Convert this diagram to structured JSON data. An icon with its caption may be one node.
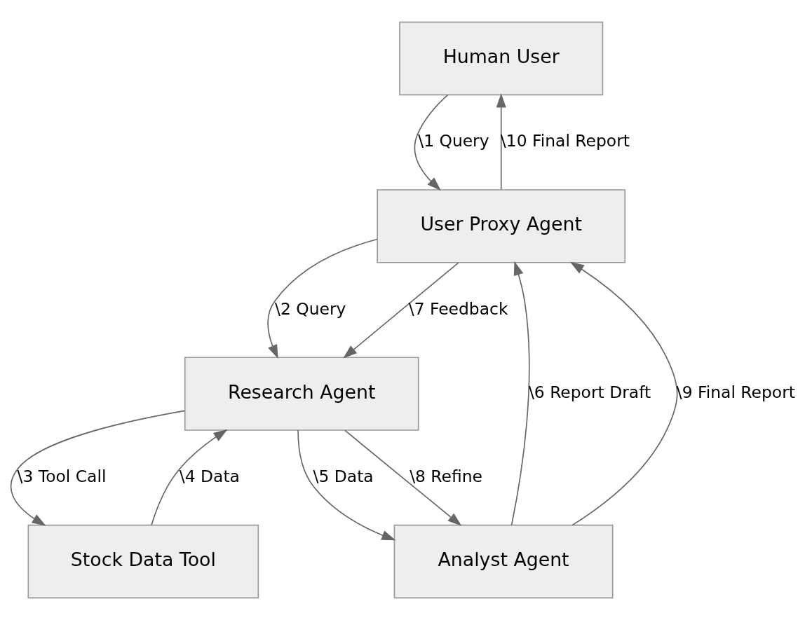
{
  "diagram": {
    "nodes": [
      {
        "text": [
          "Human User"
        ]
      },
      {
        "text": [
          "User Proxy Agent"
        ]
      },
      {
        "text": [
          "Research Agent"
        ]
      },
      {
        "text": [
          "Stock Data Tool"
        ]
      },
      {
        "text": [
          "Analyst Agent"
        ]
      }
    ],
    "edges": [
      {
        "from": 0,
        "to": 1,
        "arrow": "to",
        "label": "\\1 Query"
      },
      {
        "from": 1,
        "to": 0,
        "arrow": "to",
        "label": "\\10 Final Report"
      },
      {
        "from": 1,
        "to": 2,
        "arrow": "to",
        "label": "\\2 Query"
      },
      {
        "from": 1,
        "to": 2,
        "arrow": "to",
        "label": "\\7 Feedback"
      },
      {
        "from": 2,
        "to": 3,
        "arrow": "to",
        "label": "\\3 Tool Call"
      },
      {
        "from": 3,
        "to": 2,
        "arrow": "to",
        "label": "\\4 Data"
      },
      {
        "from": 2,
        "to": 4,
        "arrow": "to",
        "label": "\\5 Data"
      },
      {
        "from": 4,
        "to": 1,
        "arrow": "to",
        "label": "\\6 Report Draft"
      },
      {
        "from": 2,
        "to": 4,
        "arrow": "to",
        "label": "\\8 Refine"
      },
      {
        "from": 4,
        "to": 1,
        "arrow": "to",
        "label": "\\9 Final Report"
      }
    ]
  }
}
